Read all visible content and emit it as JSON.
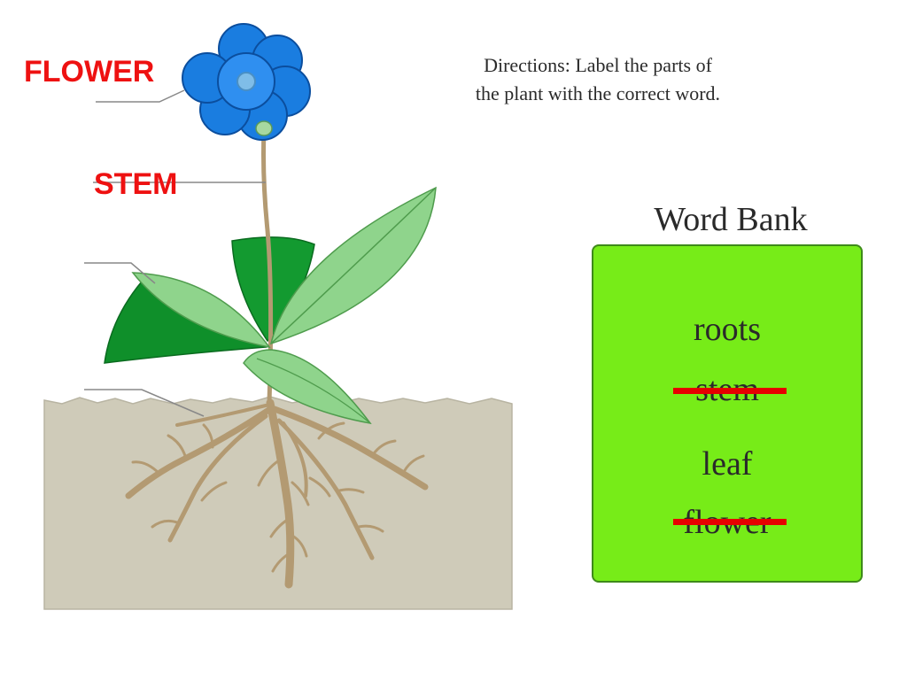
{
  "labels": {
    "flower": "FLOWER",
    "stem": "STEM"
  },
  "directions": {
    "line1": "Directions: Label the parts of",
    "line2": "the plant with the correct word."
  },
  "word_bank": {
    "title": "Word Bank",
    "words": [
      "roots",
      "stem",
      "leaf",
      "flower"
    ],
    "crossed_out": [
      "stem",
      "flower"
    ]
  },
  "colors": {
    "label_red": "#ee1111",
    "strike_red": "#e60000",
    "word_bank_bg": "#77ec18",
    "flower_blue": "#1a7de0",
    "leaf_dark": "#0f8f2a",
    "leaf_light": "#8fd48c",
    "soil": "#cfcbb9",
    "root": "#b39a72"
  }
}
